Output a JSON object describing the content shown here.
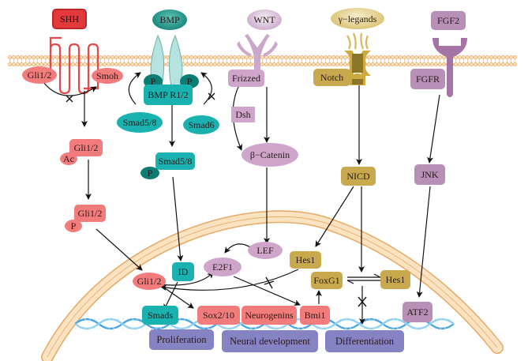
{
  "diagram": {
    "title": "",
    "colors": {
      "shh_pathway": "#f27b7b",
      "bmp_pathway": "#19b2b0",
      "wnt_pathway": "#cfa5cc",
      "notch_pathway": "#c8a94e",
      "fgf_pathway": "#b88fb6",
      "outcomes": "#8683c4",
      "membrane": "#f4c48b",
      "dna": "#6fbfe8"
    },
    "ligands": {
      "shh": "SHH",
      "bmp": "BMP",
      "wnt": "WNT",
      "gamma": "γ−legands",
      "fgf2": "FGF2"
    },
    "receptors": {
      "gli_membrane": "Gli1/2",
      "smoh": "Smoh",
      "p_left": "P",
      "p_right": "P",
      "bmpr": "BMP R1/2",
      "frizzed": "Frizzed",
      "notch": "Notch",
      "fgfr": "FGFR"
    },
    "cytoplasm": {
      "smad58_upper": "Smad5/8",
      "smad6": "Smad6",
      "dsh": "Dsh",
      "beta_catenin": "β−Catenin",
      "gli_ac": "Gli1/2",
      "ac": "Ac",
      "smad58_p": "Smad5/8",
      "smad_p_tag": "P",
      "gli_p": "Gli1/2",
      "gli_p_tag": "P",
      "nicd": "NICD",
      "jnk": "JNK"
    },
    "nucleus": {
      "lef": "LEF",
      "e2f1": "E2F1",
      "hes1_left": "Hes1",
      "id": "ID",
      "gli_nuc": "Gli1/2",
      "foxg1": "FoxG1",
      "hes1_right": "Hes1",
      "smads": "Smads",
      "sox": "Sox2/10",
      "neurogenins": "Neurogenins",
      "bmi1": "Bmi1",
      "atf2": "ATF2"
    },
    "outcomes": {
      "proliferation": "Proliferation",
      "neural_development": "Neural development",
      "differentiation": "Differentiation"
    }
  }
}
